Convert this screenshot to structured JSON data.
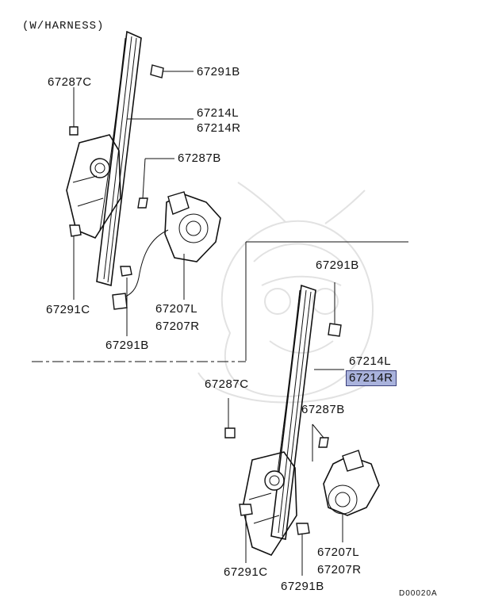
{
  "header_note": "(W/HARNESS)",
  "diagram_code": "D00020A",
  "highlight_color": "#a9b2dc",
  "upper_assembly": {
    "labels": {
      "bolt_top": "67291B",
      "screw_left": "67287C",
      "regulator_l": "67214L",
      "regulator_r": "67214R",
      "screw_mid": "67287B",
      "bolt_bottom_left": "67291C",
      "motor_l": "67207L",
      "motor_r": "67207R",
      "bolt_bottom": "67291B"
    }
  },
  "lower_assembly": {
    "labels": {
      "bolt_top": "67291B",
      "regulator_l": "67214L",
      "regulator_r": "67214R",
      "screw_left": "67287C",
      "screw_mid": "67287B",
      "motor_l": "67207L",
      "motor_r": "67207R",
      "bolt_bottom_left": "67291C",
      "bolt_bottom": "67291B"
    }
  }
}
